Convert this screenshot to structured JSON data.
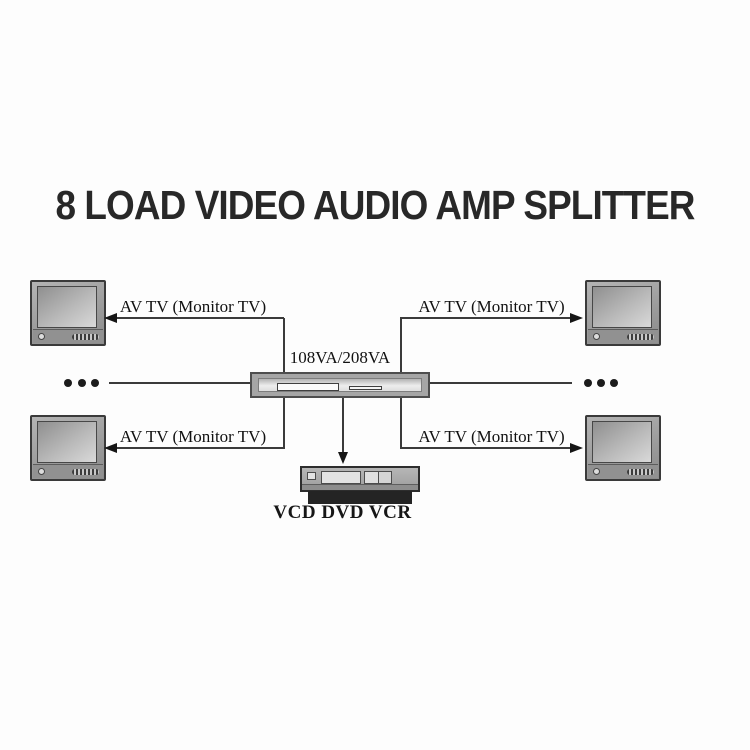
{
  "title": "8 LOAD VIDEO AUDIO AMP SPLITTER",
  "diagram": {
    "splitter": {
      "label": "108VA/208VA"
    },
    "source_device": {
      "label": "VCD DVD VCR"
    },
    "connections": {
      "top_left": {
        "label": "AV TV (Monitor TV)"
      },
      "top_right": {
        "label": "AV TV (Monitor TV)"
      },
      "bottom_left": {
        "label": "AV TV (Monitor TV)"
      },
      "bottom_right": {
        "label": "AV TV (Monitor TV)"
      }
    },
    "tvs_shown": 4,
    "icons": {
      "left_more": "ellipsis-icon",
      "right_more": "ellipsis-icon"
    },
    "colors": {
      "background": "#fdfdfd",
      "title_text": "#282828",
      "wire": "#3b3b3b",
      "device_gray": "#a6a6a6",
      "device_base_dark": "#242424"
    }
  }
}
